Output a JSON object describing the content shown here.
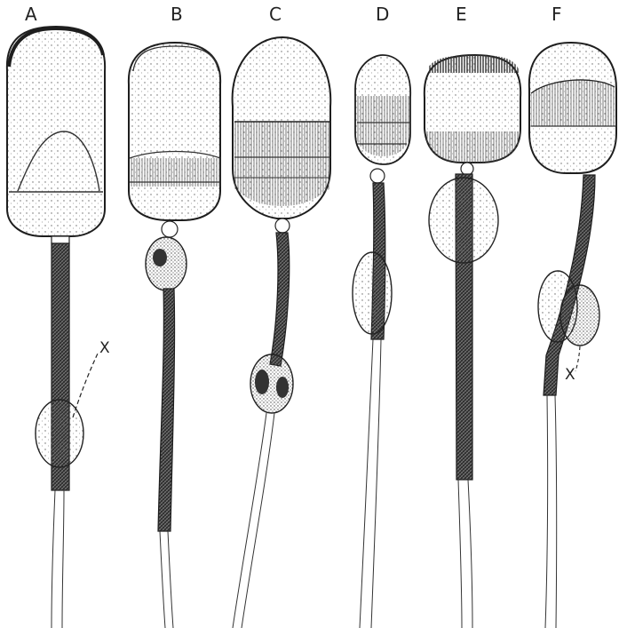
{
  "figure": {
    "panels": [
      {
        "id": "A",
        "label": "A"
      },
      {
        "id": "B",
        "label": "B"
      },
      {
        "id": "C",
        "label": "C"
      },
      {
        "id": "D",
        "label": "D"
      },
      {
        "id": "E",
        "label": "E"
      },
      {
        "id": "F",
        "label": "F"
      }
    ],
    "annotations": [
      {
        "panel": "A",
        "label": "X"
      },
      {
        "panel": "F",
        "label": "X"
      }
    ],
    "colors": {
      "ink": "#1e1e1e",
      "stipple": "#555555",
      "midpiece": "#2b2b2b",
      "background": "#ffffff"
    }
  }
}
